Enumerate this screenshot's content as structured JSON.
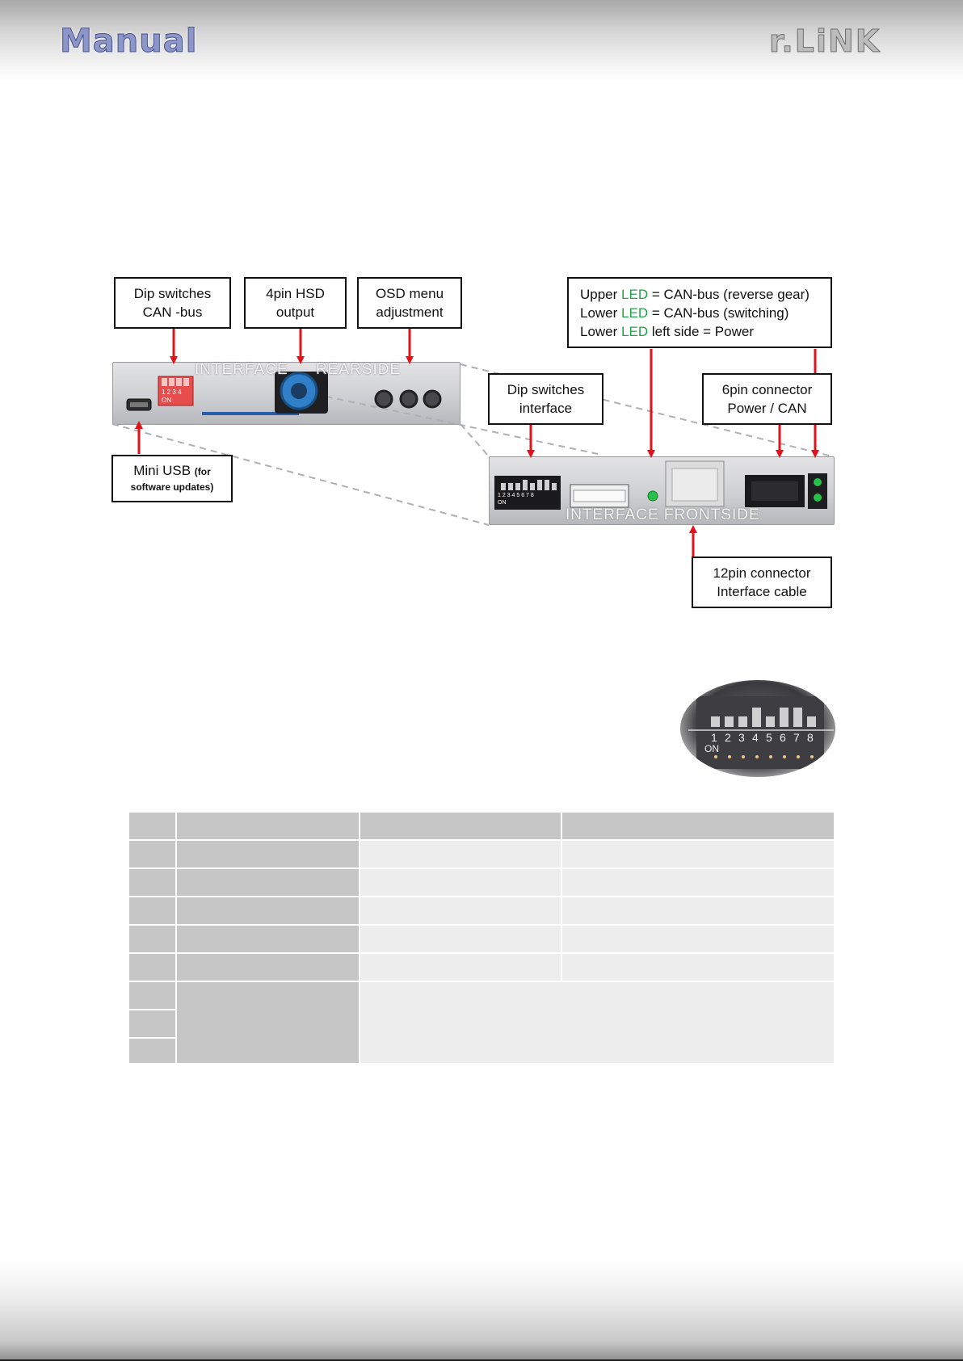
{
  "header": {
    "logo_left": "Manual",
    "logo_right": "r.LiNK"
  },
  "diagram": {
    "callouts": {
      "dip_can": [
        "Dip switches",
        "CAN -bus"
      ],
      "hsd": [
        "4pin HSD",
        "output"
      ],
      "osd": [
        "OSD menu",
        "adjustment"
      ],
      "led_lines": [
        {
          "prefix": "Upper ",
          "led": "LED",
          "suffix": " = CAN-bus (reverse gear)"
        },
        {
          "prefix": "Lower ",
          "led": "LED",
          "suffix": " = CAN-bus (switching)"
        },
        {
          "prefix": "Lower ",
          "led": "LED",
          "suffix": " left side = Power"
        }
      ],
      "dip_interface": [
        "Dip switches",
        "interface"
      ],
      "six_pin": [
        "6pin connector",
        "Power / CAN"
      ],
      "mini_usb": {
        "main": "Mini USB",
        "small_a": "(for",
        "small_b": "software updates)"
      },
      "twelve_pin": [
        "12pin connector",
        "Interface cable"
      ]
    },
    "rear_label_a": "INTERFACE",
    "rear_label_b": "REARSIDE",
    "front_label": "INTERFACE FRONTSIDE",
    "rear_dip_numbers": "1 2 3 4",
    "dip_on": "ON",
    "front_dip_numbers": "1 2 3 4 5 6 7 8",
    "arrow_color": "#e0121a",
    "led_color": "#1fa34a"
  },
  "zoom": {
    "numbers": [
      "1",
      "2",
      "3",
      "4",
      "5",
      "6",
      "7",
      "8"
    ],
    "on": "ON",
    "switch_up": [
      false,
      false,
      false,
      true,
      false,
      true,
      true,
      false
    ]
  },
  "table": {
    "rows": 8
  }
}
